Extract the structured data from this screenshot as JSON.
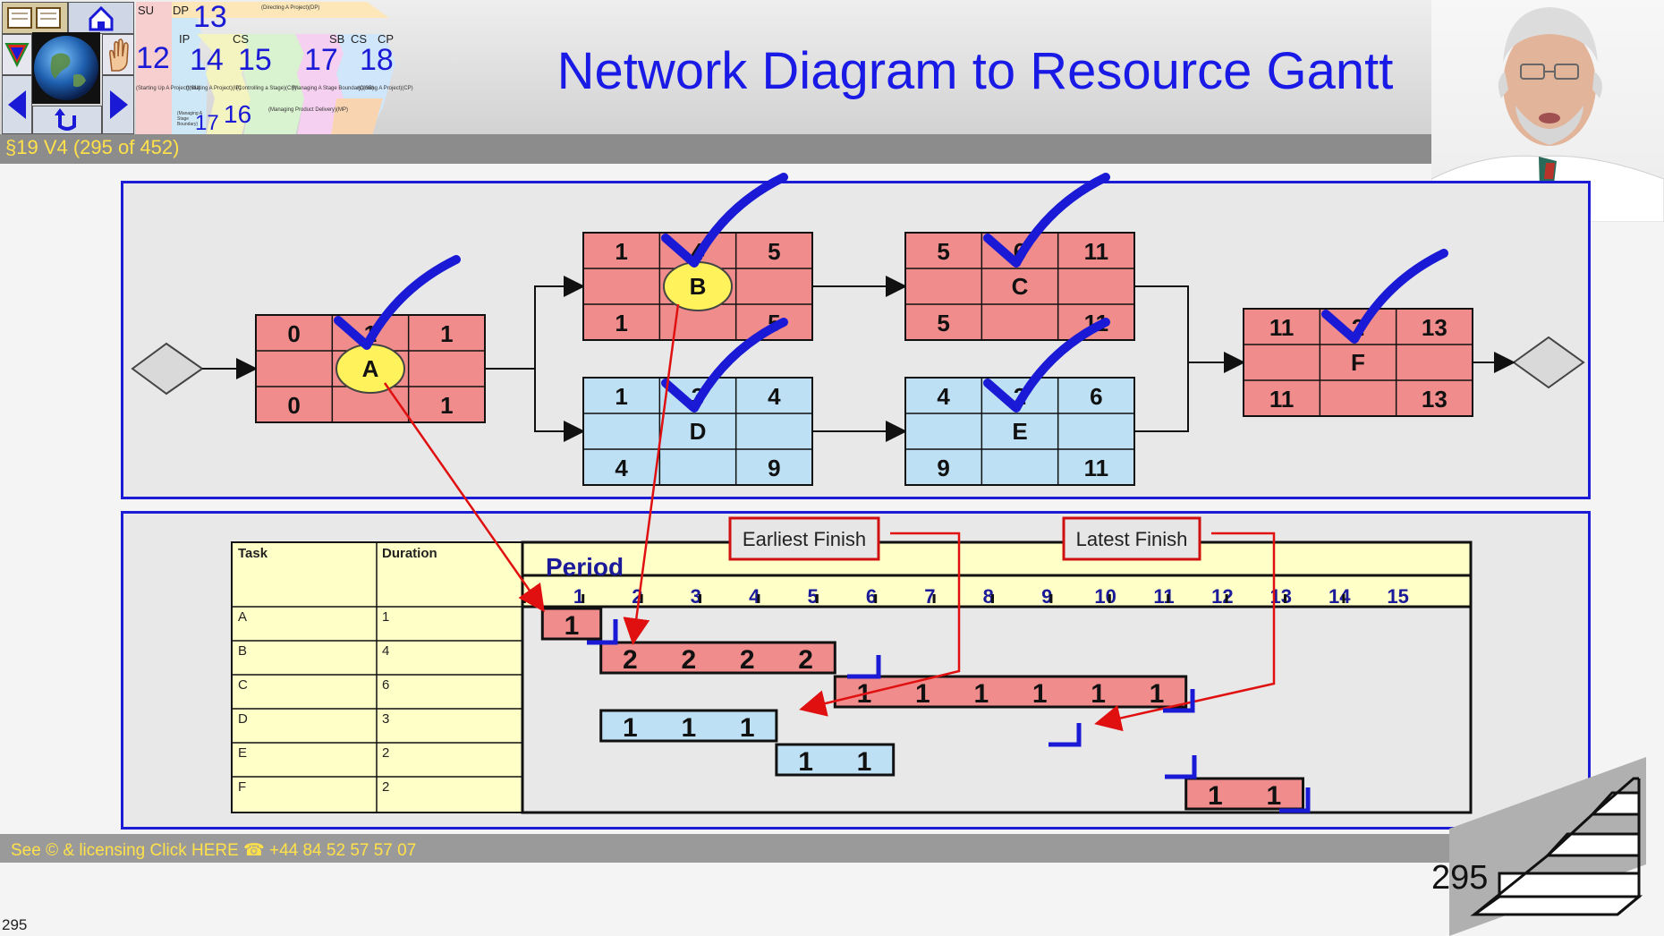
{
  "header": {
    "title": "Network Diagram to Resource Gantt",
    "slide_ref": "§19 V4 (295 of 452)"
  },
  "nav": {
    "stages": [
      {
        "abbr": "SU",
        "num": "12",
        "desc": "(Starting Up A Project)(SU)"
      },
      {
        "abbr": "IP",
        "num": "14",
        "desc": "(Initiating A Project)(IP)"
      },
      {
        "abbr": "CS",
        "num": "15",
        "desc": "(Controlling a Stage)(CS)"
      },
      {
        "abbr": "SB",
        "num": "17",
        "desc": "(Managing A Stage Boundary)(SB)"
      },
      {
        "abbr": "CP",
        "num": "18",
        "desc": "(Closing A Project)(CP)"
      }
    ],
    "dp": {
      "abbr": "DP",
      "num": "13",
      "desc": "(Directing A Project)(DP)"
    },
    "cs2_abbr": "CS",
    "mp": {
      "num": "16",
      "desc": "(Managing Product Delivery)(MP)"
    },
    "extra_num": "17",
    "extra_desc": "(Managing A Stage Boundary)"
  },
  "network": {
    "nodes": [
      {
        "id": "A",
        "es": "0",
        "dur": "1",
        "ef": "1",
        "ls": "0",
        "lf": "1",
        "critical": true
      },
      {
        "id": "B",
        "es": "1",
        "dur": "4",
        "ef": "5",
        "ls": "1",
        "lf": "5",
        "critical": true
      },
      {
        "id": "C",
        "es": "5",
        "dur": "6",
        "ef": "11",
        "ls": "5",
        "lf": "11",
        "critical": true
      },
      {
        "id": "D",
        "es": "1",
        "dur": "3",
        "ef": "4",
        "ls": "4",
        "lf": "9",
        "critical": false
      },
      {
        "id": "E",
        "es": "4",
        "dur": "2",
        "ef": "6",
        "ls": "9",
        "lf": "11",
        "critical": false
      },
      {
        "id": "F",
        "es": "11",
        "dur": "2",
        "ef": "13",
        "ls": "11",
        "lf": "13",
        "critical": true
      }
    ],
    "colors": {
      "critical": "#f08c8c",
      "noncritical": "#bde0f5",
      "highlight": "#fff25a",
      "check": "#1a1ad6",
      "arrow": "#e01010"
    }
  },
  "gantt": {
    "task_header": "Task",
    "duration_header": "Duration",
    "period_label": "Period",
    "periods": [
      "1",
      "2",
      "3",
      "4",
      "5",
      "6",
      "7",
      "8",
      "9",
      "10",
      "11",
      "12",
      "13",
      "14",
      "15"
    ],
    "rows": [
      {
        "task": "A",
        "duration": "1",
        "start": 1,
        "cells": [
          "1"
        ],
        "critical": true
      },
      {
        "task": "B",
        "duration": "4",
        "start": 2,
        "cells": [
          "2",
          "2",
          "2",
          "2"
        ],
        "critical": true
      },
      {
        "task": "C",
        "duration": "6",
        "start": 6,
        "cells": [
          "1",
          "1",
          "1",
          "1",
          "1",
          "1"
        ],
        "critical": true
      },
      {
        "task": "D",
        "duration": "3",
        "start": 2,
        "cells": [
          "1",
          "1",
          "1"
        ],
        "critical": false
      },
      {
        "task": "E",
        "duration": "2",
        "start": 5,
        "cells": [
          "1",
          "1"
        ],
        "critical": false
      },
      {
        "task": "F",
        "duration": "2",
        "start": 12,
        "cells": [
          "1",
          "1"
        ],
        "critical": true
      }
    ],
    "callouts": {
      "earliest": "Earliest Finish",
      "latest": "Latest Finish"
    }
  },
  "footer": {
    "licensing": "See © & licensing  Click HERE ☎ +44 84 52 57 57 07",
    "page_number": "295",
    "corner_number": "295"
  }
}
